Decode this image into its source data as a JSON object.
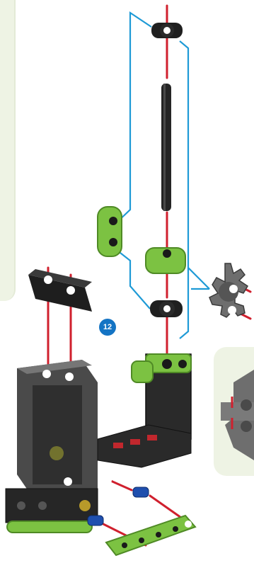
{
  "step": {
    "number": "12"
  },
  "colors": {
    "guide_blue": "#1e9ad6",
    "axle_red": "#d0202e",
    "part_green": "#7cc242",
    "part_black": "#2a2a2a",
    "part_gray": "#6e6e6e",
    "panel_bg": "#eef3e4",
    "badge_blue": "#1474c4"
  },
  "parts": [
    "long-black-axle",
    "axle-connector-top",
    "axle-connector-bottom",
    "green-l-bracket",
    "green-short-beam",
    "black-five-hole-beam",
    "motor-box",
    "gear-wheel",
    "blue-bushing",
    "green-long-beam"
  ]
}
